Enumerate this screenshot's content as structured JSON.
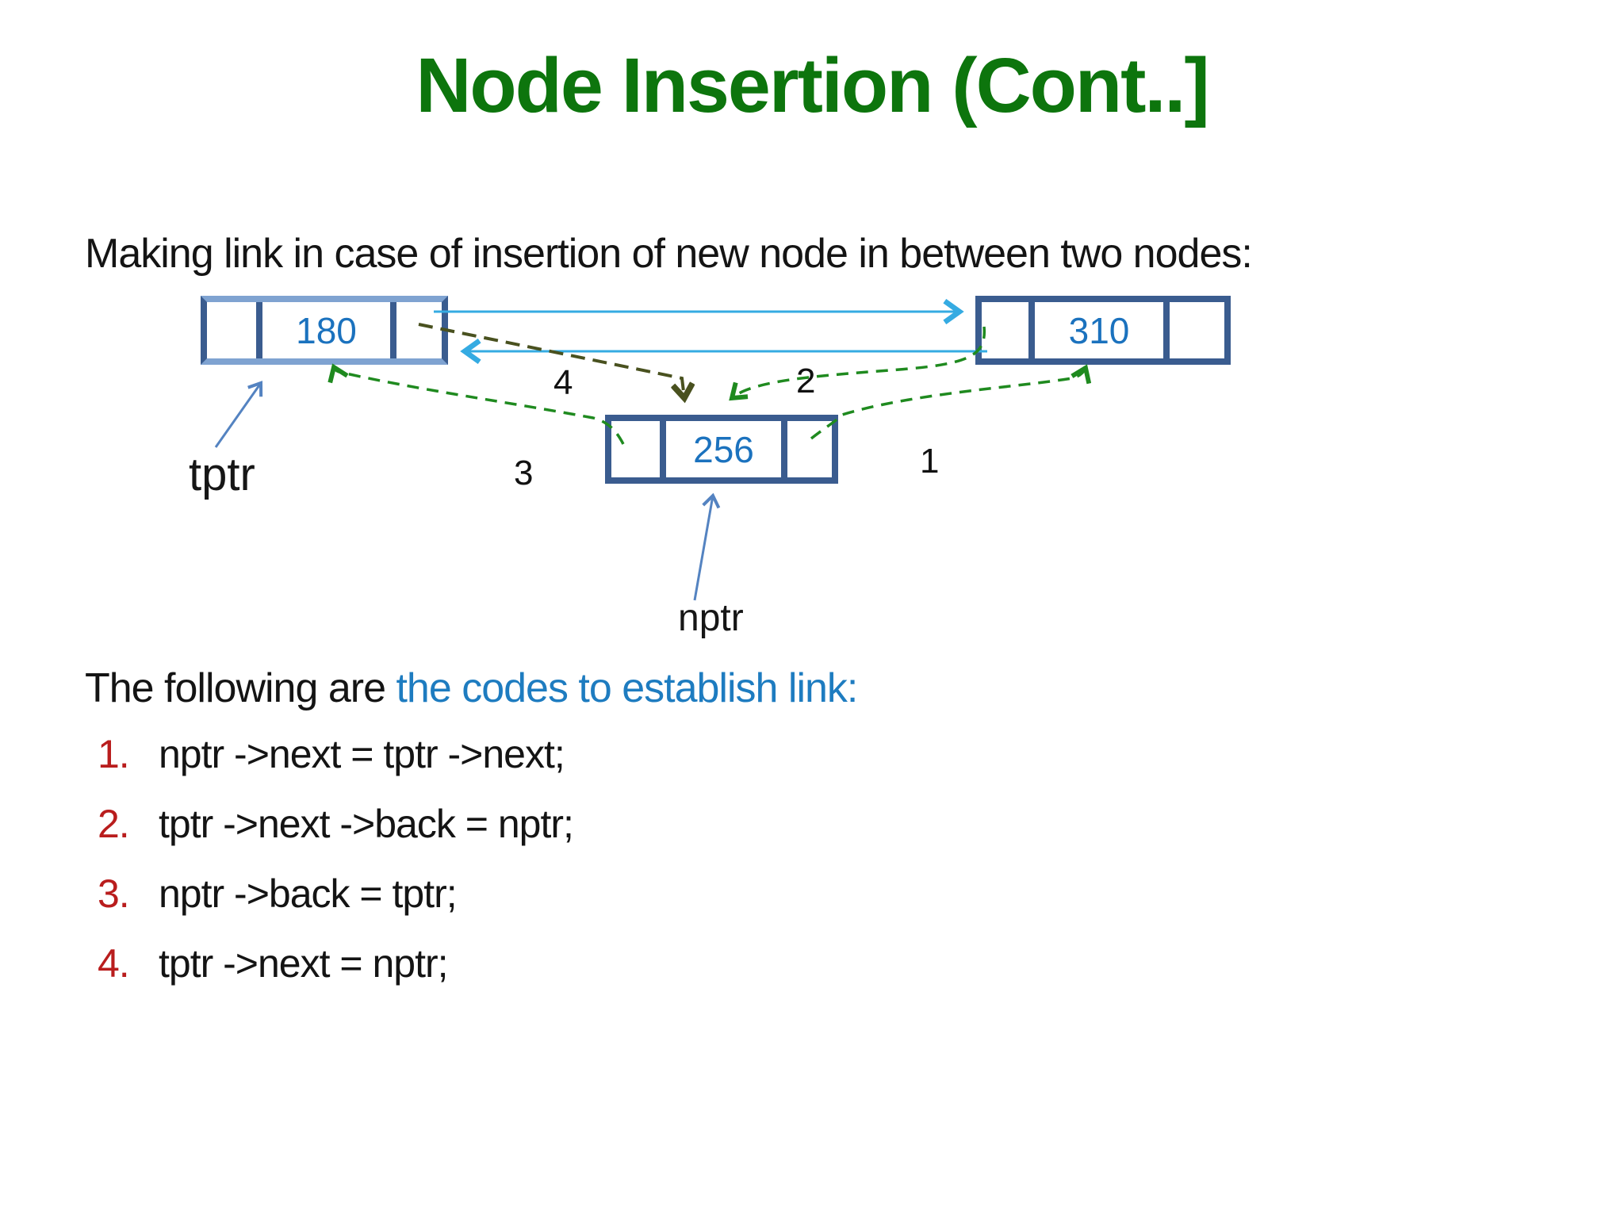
{
  "slide": {
    "title": "Node Insertion (Cont..]",
    "intro": "Making link in case of insertion of new node in between two nodes:",
    "following_prefix": "The following are ",
    "following_highlight": "the codes to establish link:"
  },
  "diagram": {
    "node_left": {
      "value": "180"
    },
    "node_middle": {
      "value": "256"
    },
    "node_right": {
      "value": "310"
    },
    "pointer_labels": {
      "tptr": "tptr",
      "nptr": "nptr"
    },
    "step_markers": {
      "step1": "1",
      "step2": "2",
      "step3": "3",
      "step4": "4"
    }
  },
  "code_steps": [
    {
      "num": "1.",
      "code": "nptr ->next = tptr ->next;"
    },
    {
      "num": "2.",
      "code": "tptr ->next ->back = nptr;"
    },
    {
      "num": "3.",
      "code": "nptr ->back = tptr;"
    },
    {
      "num": "4.",
      "code": "tptr ->next = nptr;"
    }
  ],
  "colors": {
    "title_green": "#0D750D",
    "highlight_blue": "#1E7CC0",
    "node_value_blue": "#1B72BE",
    "list_number_red": "#B91D1D",
    "link_cyan": "#35ABE2",
    "link_green": "#1F8A1F",
    "link_olive": "#49511F",
    "pointer_arrow_blue": "#5483C1",
    "node_border_blue": "#3A5C8F"
  }
}
